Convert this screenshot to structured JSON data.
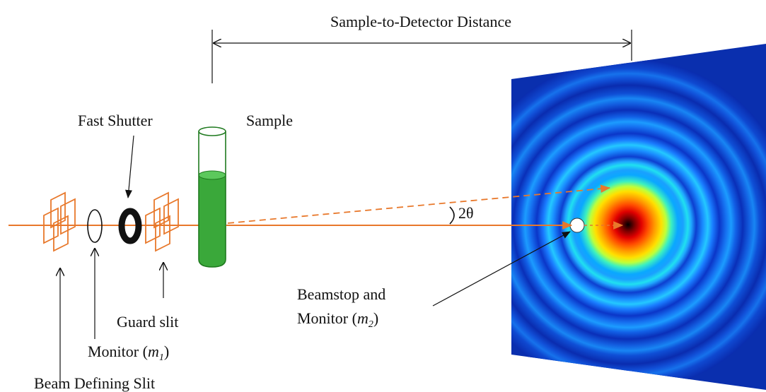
{
  "labels": {
    "distance": "Sample-to-Detector Distance",
    "fast_shutter": "Fast Shutter",
    "sample": "Sample",
    "angle": "2θ",
    "beamstop_line1": "Beamstop and",
    "beamstop_line2_prefix": "Monitor (",
    "beamstop_m": "m",
    "beamstop_sub": "2",
    "beamstop_line2_suffix": ")",
    "guard_slit": "Guard slit",
    "monitor_prefix": "Monitor (",
    "monitor_m": "m",
    "monitor_sub": "1",
    "monitor_suffix": ")",
    "beam_defining_slit": "Beam Defining Slit"
  },
  "colors": {
    "beam": "#e8782b",
    "slit": "#e8782b",
    "sample_liquid": "#3aa83a",
    "sample_outline": "#1f7a1f",
    "detector_background": "#0a2fae",
    "shutter": "#111111"
  }
}
